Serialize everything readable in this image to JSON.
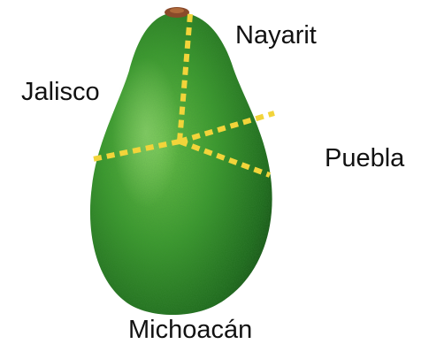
{
  "diagram": {
    "regions": [
      {
        "key": "nayarit",
        "label": "Nayarit"
      },
      {
        "key": "jalisco",
        "label": "Jalisco"
      },
      {
        "key": "puebla",
        "label": "Puebla"
      },
      {
        "key": "michoacan",
        "label": "Michoacán"
      }
    ],
    "colors": {
      "avocado_dark": "#1f6a1d",
      "avocado_mid": "#3c9a2e",
      "avocado_light": "#6cc24a",
      "stem": "#8a4a2a",
      "divider_lines": "#f2d43a",
      "label_text": "#111111"
    }
  }
}
